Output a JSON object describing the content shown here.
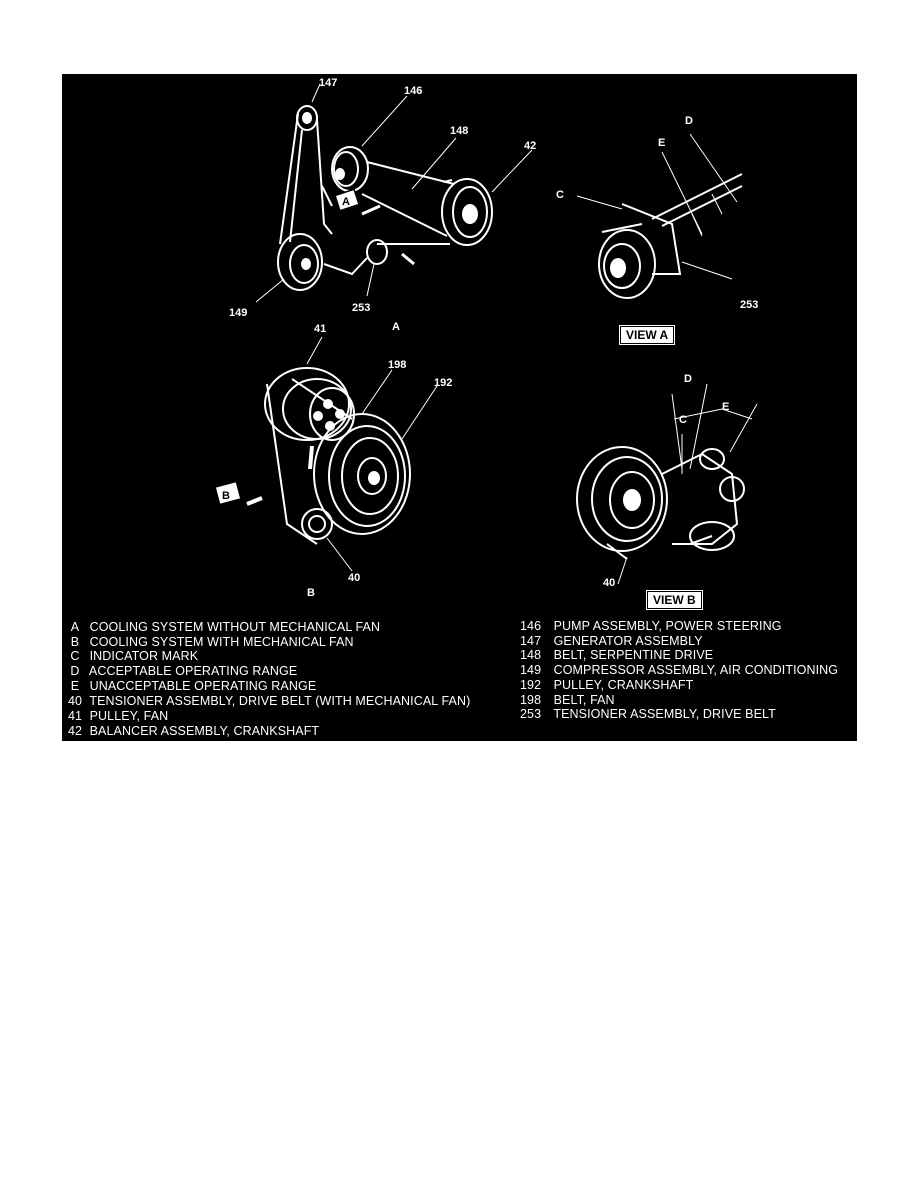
{
  "figure": {
    "callouts": {
      "n147": "147",
      "n146": "146",
      "n148": "148",
      "n42": "42",
      "n149": "149",
      "n253a": "253",
      "letterA": "A",
      "sectionA": "A",
      "viewA_D": "D",
      "viewA_E": "E",
      "viewA_C": "C",
      "viewA_253": "253",
      "n41": "41",
      "n198": "198",
      "n192": "192",
      "n40a": "40",
      "letterB": "B",
      "sectionB": "B",
      "viewB_D": "D",
      "viewB_E": "E",
      "viewB_C": "C",
      "viewB_40": "40"
    },
    "view_a_label": "VIEW A",
    "view_b_label": "VIEW B"
  },
  "legend": {
    "left": [
      {
        "key": "A",
        "text": "COOLING SYSTEM WITHOUT MECHANICAL FAN"
      },
      {
        "key": "B",
        "text": "COOLING SYSTEM WITH MECHANICAL FAN"
      },
      {
        "key": "C",
        "text": "INDICATOR MARK"
      },
      {
        "key": "D",
        "text": "ACCEPTABLE OPERATING RANGE"
      },
      {
        "key": "E",
        "text": "UNACCEPTABLE OPERATING RANGE"
      },
      {
        "key": "40",
        "text": "TENSIONER ASSEMBLY, DRIVE BELT (WITH MECHANICAL FAN)"
      },
      {
        "key": "41",
        "text": "PULLEY, FAN"
      },
      {
        "key": "42",
        "text": "BALANCER ASSEMBLY, CRANKSHAFT"
      }
    ],
    "right": [
      {
        "key": "146",
        "text": "PUMP ASSEMBLY, POWER STEERING"
      },
      {
        "key": "147",
        "text": "GENERATOR ASSEMBLY"
      },
      {
        "key": "148",
        "text": "BELT, SERPENTINE DRIVE"
      },
      {
        "key": "149",
        "text": "COMPRESSOR ASSEMBLY, AIR CONDITIONING"
      },
      {
        "key": "192",
        "text": "PULLEY, CRANKSHAFT"
      },
      {
        "key": "198",
        "text": "BELT, FAN"
      },
      {
        "key": "253",
        "text": "TENSIONER ASSEMBLY, DRIVE BELT"
      }
    ]
  }
}
